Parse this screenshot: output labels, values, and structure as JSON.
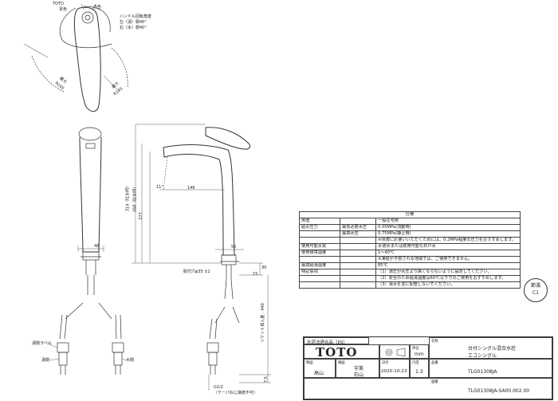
{
  "top_view": {
    "toto_label": "TOTO",
    "blue_label": "青色",
    "red_label": "赤色",
    "handle_angle_title": "ハンドル回転角度",
    "angle_left": "左（湯）側40°",
    "angle_right": "右（水）側40°",
    "radius_left_label": "最大",
    "radius_left_value": "R205",
    "radius_right_label": "最大",
    "radius_right_value": "R145"
  },
  "side_view": {
    "dim_48": "48",
    "supply_hose_label": "湯側ラベル",
    "hot_side": "湯側",
    "cold_side": "水側"
  },
  "front_view": {
    "dim_146": "146",
    "dim_314": "314（吐水時）",
    "dim_268": "268（吐水時）",
    "dim_277": "277",
    "dim_11": "11°",
    "dim_52": "52",
    "mount_hole": "取付穴φ35 ±2",
    "dim_30": "30",
    "dim_15": "15",
    "socket_label": "ソケット挿入量 - 440",
    "thread": "G1/2",
    "taper_note": "（テーパねじ接続不可）",
    "dim_75": "7.5"
  },
  "spec_table": {
    "title": "仕様",
    "rows": [
      {
        "label": "用途",
        "sub": "",
        "value": "一般住宅用"
      },
      {
        "label": "給水圧力",
        "sub": "最低必要水圧",
        "value": "0.05MPa(流動時)"
      },
      {
        "label": "",
        "sub": "最高水圧",
        "value": "0.75MPa(静止時)"
      },
      {
        "label": "",
        "sub": "",
        "value": "※快適にお使いいただくためには、0.2MPa程度の圧力をおすすめします。"
      },
      {
        "label": "使用可能水質",
        "sub": "",
        "value": "水道水または飲用可能な井戸水"
      },
      {
        "label": "使用環境温度",
        "sub": "",
        "value": "1〜40℃"
      },
      {
        "label": "",
        "sub": "",
        "value": "※凍結が予想される地域では、ご使用できません。"
      },
      {
        "label": "最高給湯温度",
        "sub": "",
        "value": "85℃"
      },
      {
        "label": "特記事項",
        "sub": "",
        "value": "（1）湯圧が水圧より高くならないように設定してください。"
      },
      {
        "label": "",
        "sub": "",
        "value": "（2）安全のため給湯温度は60℃以下でのご使用をおすすめします。"
      },
      {
        "label": "",
        "sub": "",
        "value": "（3）湯水を逆に配管しないでください。"
      }
    ]
  },
  "stamp": {
    "line1": "節湯",
    "line2": "C1"
  },
  "title_block": {
    "jis": "水道法適合品（JIS）",
    "logo": "TOTO",
    "unit_label": "単位",
    "unit": "mm",
    "name_label": "名称",
    "name1": "台付シングル混合水栓",
    "name2": "エコシングル",
    "drawn_label": "製図",
    "drawn_name": "高山",
    "checked_label": "検図",
    "checked_name1": "宇美",
    "checked_name2": "石山",
    "date_label": "日付",
    "date": "2020-10-23",
    "scale_label": "尺度",
    "scale": "1:3",
    "product_label": "品番",
    "product": "TLG01308JA",
    "drawing_label": "図番",
    "drawing_no": "TLG01308JA-SA00.002.00"
  }
}
